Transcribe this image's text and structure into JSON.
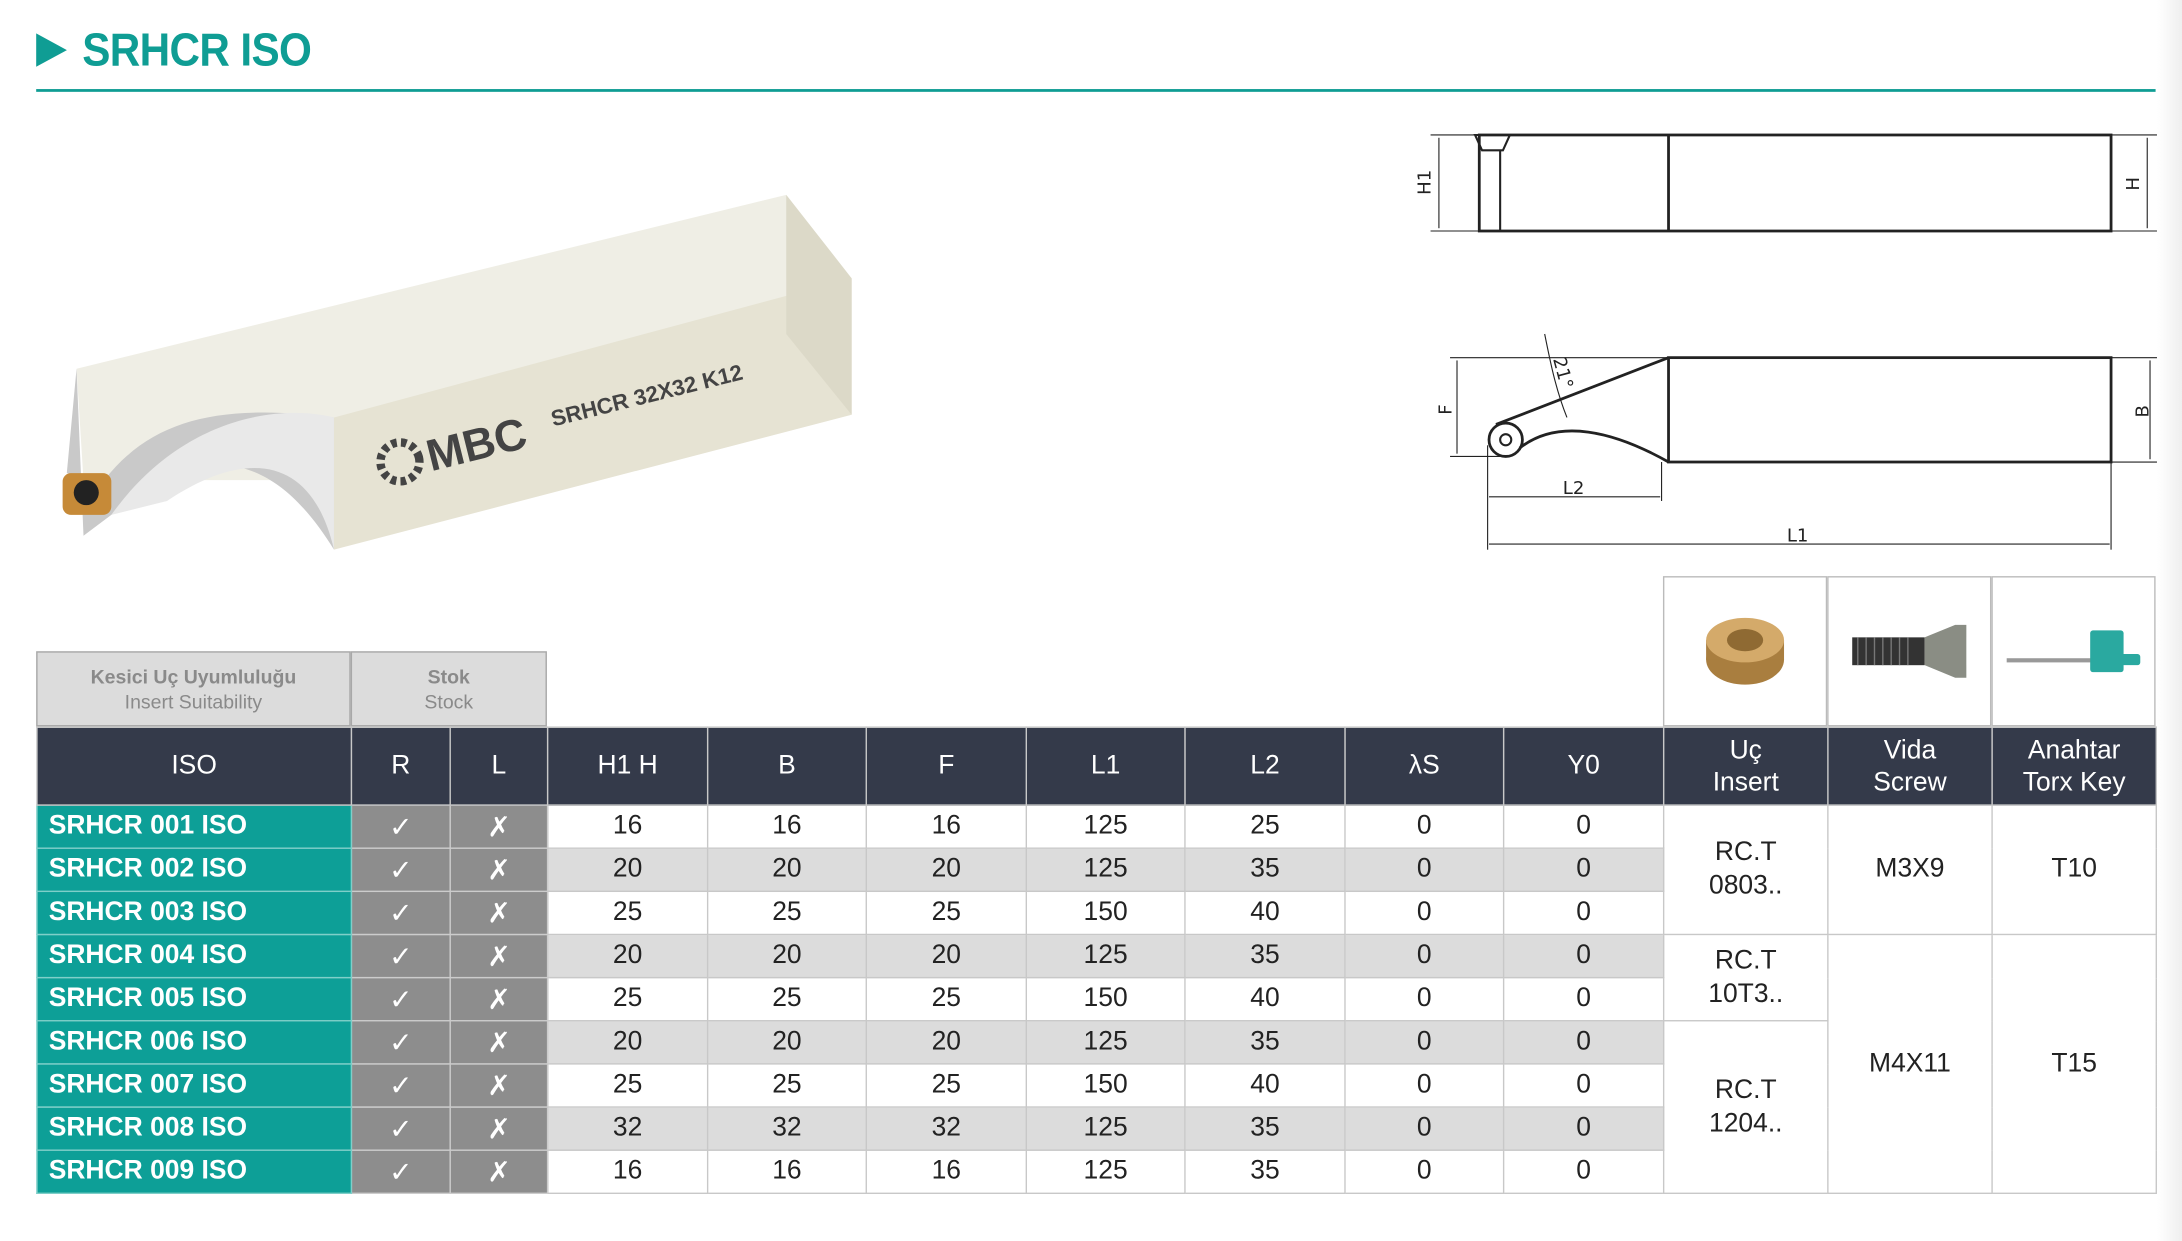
{
  "title": "SRHCR ISO",
  "product_image": {
    "brand": "MBC",
    "marking": "SRHCR 32X32 K12"
  },
  "drawing_labels": {
    "h1": "H1",
    "h": "H",
    "f": "F",
    "b": "B",
    "l1": "L1",
    "l2": "L2",
    "angle": "21°"
  },
  "groups": {
    "insert_suitability": {
      "tr": "Kesici Uç Uyumluluğu",
      "en": "Insert Suitability"
    },
    "stock": {
      "tr": "Stok",
      "en": "Stock"
    }
  },
  "headers": {
    "iso": "ISO",
    "r": "R",
    "l": "L",
    "h1h": "H1 H",
    "b": "B",
    "f": "F",
    "l1": "L1",
    "l2": "L2",
    "ls": "λS",
    "y0": "Y0",
    "insert_tr": "Uç",
    "insert_en": "Insert",
    "screw_tr": "Vida",
    "screw_en": "Screw",
    "key_tr": "Anahtar",
    "key_en": "Torx Key"
  },
  "accessory_icons": [
    "insert-icon",
    "screw-icon",
    "torx-key-icon"
  ],
  "rows": [
    {
      "iso": "SRHCR 001 ISO",
      "r": "✓",
      "l": "✗",
      "h1h": "16",
      "b": "16",
      "f": "16",
      "l1": "125",
      "l2": "25",
      "ls": "0",
      "y0": "0"
    },
    {
      "iso": "SRHCR 002 ISO",
      "r": "✓",
      "l": "✗",
      "h1h": "20",
      "b": "20",
      "f": "20",
      "l1": "125",
      "l2": "35",
      "ls": "0",
      "y0": "0"
    },
    {
      "iso": "SRHCR 003 ISO",
      "r": "✓",
      "l": "✗",
      "h1h": "25",
      "b": "25",
      "f": "25",
      "l1": "150",
      "l2": "40",
      "ls": "0",
      "y0": "0"
    },
    {
      "iso": "SRHCR 004 ISO",
      "r": "✓",
      "l": "✗",
      "h1h": "20",
      "b": "20",
      "f": "20",
      "l1": "125",
      "l2": "35",
      "ls": "0",
      "y0": "0"
    },
    {
      "iso": "SRHCR 005 ISO",
      "r": "✓",
      "l": "✗",
      "h1h": "25",
      "b": "25",
      "f": "25",
      "l1": "150",
      "l2": "40",
      "ls": "0",
      "y0": "0"
    },
    {
      "iso": "SRHCR 006 ISO",
      "r": "✓",
      "l": "✗",
      "h1h": "20",
      "b": "20",
      "f": "20",
      "l1": "125",
      "l2": "35",
      "ls": "0",
      "y0": "0"
    },
    {
      "iso": "SRHCR 007 ISO",
      "r": "✓",
      "l": "✗",
      "h1h": "25",
      "b": "25",
      "f": "25",
      "l1": "150",
      "l2": "40",
      "ls": "0",
      "y0": "0"
    },
    {
      "iso": "SRHCR 008 ISO",
      "r": "✓",
      "l": "✗",
      "h1h": "32",
      "b": "32",
      "f": "32",
      "l1": "125",
      "l2": "35",
      "ls": "0",
      "y0": "0"
    },
    {
      "iso": "SRHCR 009 ISO",
      "r": "✓",
      "l": "✗",
      "h1h": "16",
      "b": "16",
      "f": "16",
      "l1": "125",
      "l2": "35",
      "ls": "0",
      "y0": "0"
    }
  ],
  "inserts": [
    {
      "line1": "RC.T",
      "line2": "0803..",
      "span": 3
    },
    {
      "line1": "RC.T",
      "line2": "10T3..",
      "span": 2
    },
    {
      "line1": "RC.T",
      "line2": "1204..",
      "span": 4
    }
  ],
  "screws": [
    {
      "value": "M3X9",
      "span": 3
    },
    {
      "value": "M4X11",
      "span": 6
    }
  ],
  "keys": [
    {
      "value": "T10",
      "span": 3
    },
    {
      "value": "T15",
      "span": 6
    }
  ]
}
